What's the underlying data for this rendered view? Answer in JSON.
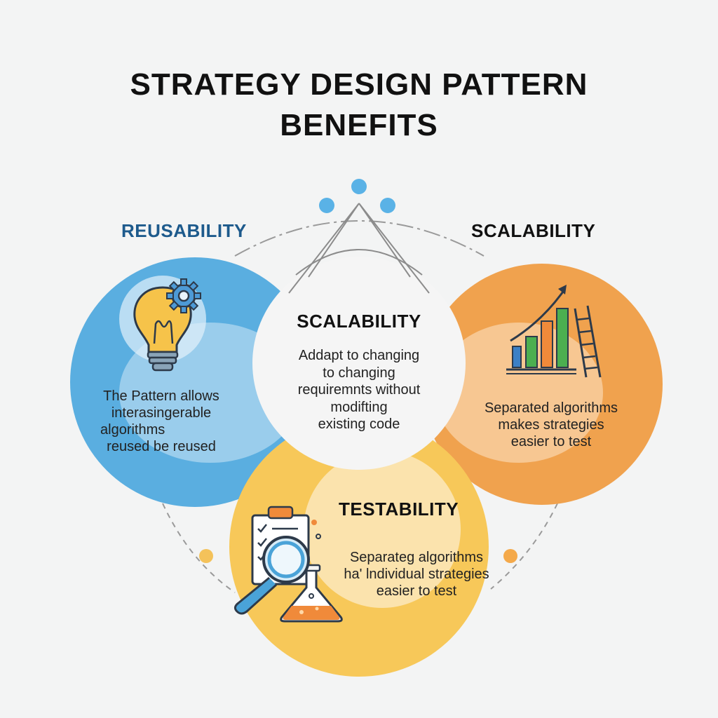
{
  "title": {
    "line1": "STRATEGY DESIGN PATTERN",
    "line2": "BENEFITS"
  },
  "colors": {
    "background": "#f3f4f4",
    "reusability_circle": "#5aaee0",
    "scalability_circle": "#f0a24e",
    "testability_circle": "#f7c859",
    "center_circle": "#f5f5f5",
    "reusability_label": "#1d5a8c",
    "dot_blue": "#5ab2e6",
    "dot_orange": "#f4a94a"
  },
  "sections": {
    "reusability": {
      "label": "REUSABILITY",
      "lines": [
        "The Pattern allows",
        "interasingerable",
        "algorithms",
        "reused be reused"
      ],
      "icon": "lightbulb-gear-icon"
    },
    "scalability_right": {
      "label": "SCALABILITY",
      "lines": [
        "Separated algorithms",
        "makes strategies",
        "easier to test"
      ],
      "icon": "growth-chart-ladder-icon"
    },
    "scalability_center": {
      "label": "SCALABILITY",
      "lines": [
        "Addapt to changing",
        "to changing",
        "requiremnts without",
        "modifting",
        "existing code"
      ]
    },
    "testability": {
      "label": "TESTABILITY",
      "lines": [
        "Separateg algorithms",
        "ha' lndividual strategies",
        "easier to test"
      ],
      "icon": "clipboard-magnifier-flask-icon"
    }
  }
}
